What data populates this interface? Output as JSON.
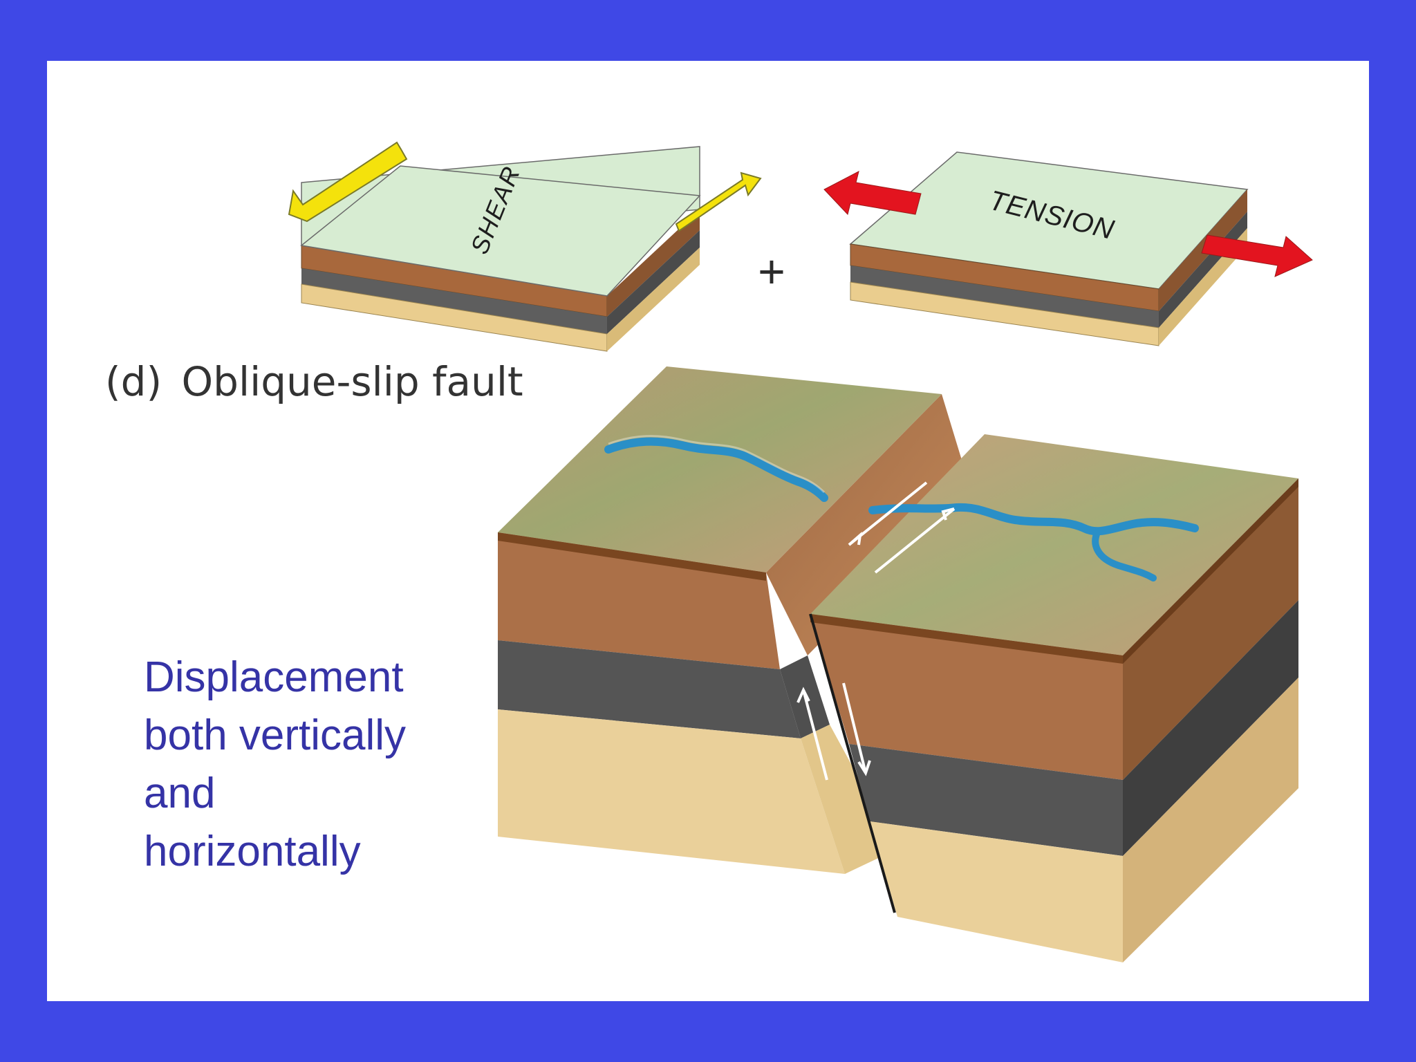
{
  "slide": {
    "colors": {
      "frame": "#3f48e6",
      "caption": "#3533a6"
    },
    "panel_label": "(d)",
    "title": "Oblique-slip fault",
    "stress_blocks": [
      {
        "label": "SHEAR",
        "arrow_color": "#f4e20c"
      },
      {
        "label": "TENSION",
        "arrow_color": "#e3141f"
      }
    ],
    "operator": "+",
    "caption_lines": [
      "Displacement",
      "both vertically",
      "and",
      "horizontally"
    ]
  }
}
